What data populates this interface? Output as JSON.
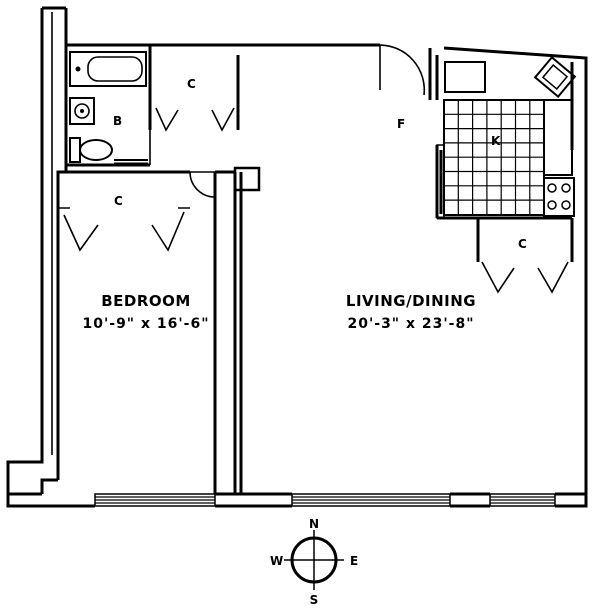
{
  "rooms": {
    "bedroom": {
      "name": "BEDROOM",
      "dimensions": "10'-9\" x 16'-6\""
    },
    "living": {
      "name": "LIVING/DINING",
      "dimensions": "20'-3\" x 23'-8\""
    },
    "bath": {
      "label": "B"
    },
    "kitchen": {
      "label": "K"
    },
    "foyer": {
      "label": "F"
    },
    "closet_top": {
      "label": "C"
    },
    "closet_bedroom": {
      "label": "C"
    },
    "closet_kitchen": {
      "label": "C"
    }
  },
  "compass": {
    "north": "N",
    "south": "S",
    "east": "E",
    "west": "W"
  }
}
